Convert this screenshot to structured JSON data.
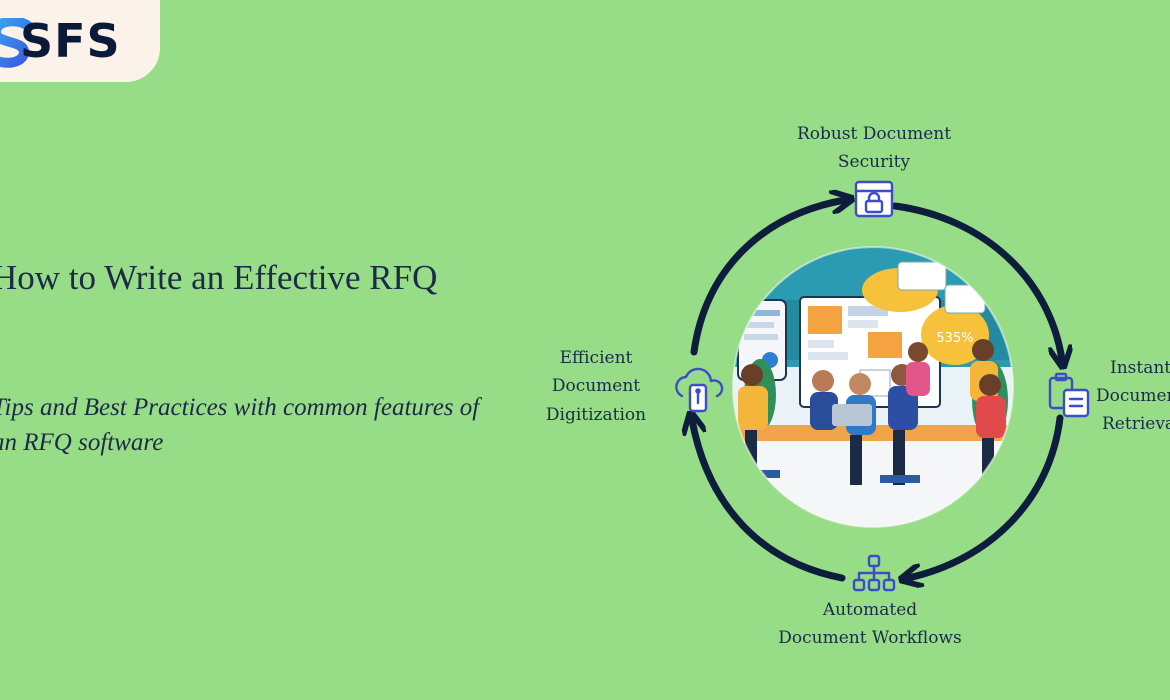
{
  "brand": {
    "name": "SFS"
  },
  "hero": {
    "title": "How to Write an Effective RFQ",
    "subtitle": "Tips and Best Practices with common features of an RFQ software"
  },
  "features": [
    {
      "line1": "Robust Document",
      "line2": "Security",
      "icon": "lock-window-icon"
    },
    {
      "line1": "Instant",
      "line2": "Document",
      "line3": "Retrieval",
      "icon": "clipboard-document-icon"
    },
    {
      "line1": "Automated",
      "line2": "Document Workflows",
      "icon": "hierarchy-icon"
    },
    {
      "line1": "Efficient",
      "line2": "Document",
      "line3": "Digitization",
      "icon": "cloud-upload-icon"
    }
  ],
  "illustration": {
    "badge_text": "535%"
  },
  "colors": {
    "background": "#97dc86",
    "text": "#1d2a4a",
    "arrow": "#0f1d3d",
    "icon": "#3d4cc9",
    "logo_gradient_start": "#38a7f5",
    "logo_gradient_end": "#3b5bdb"
  }
}
